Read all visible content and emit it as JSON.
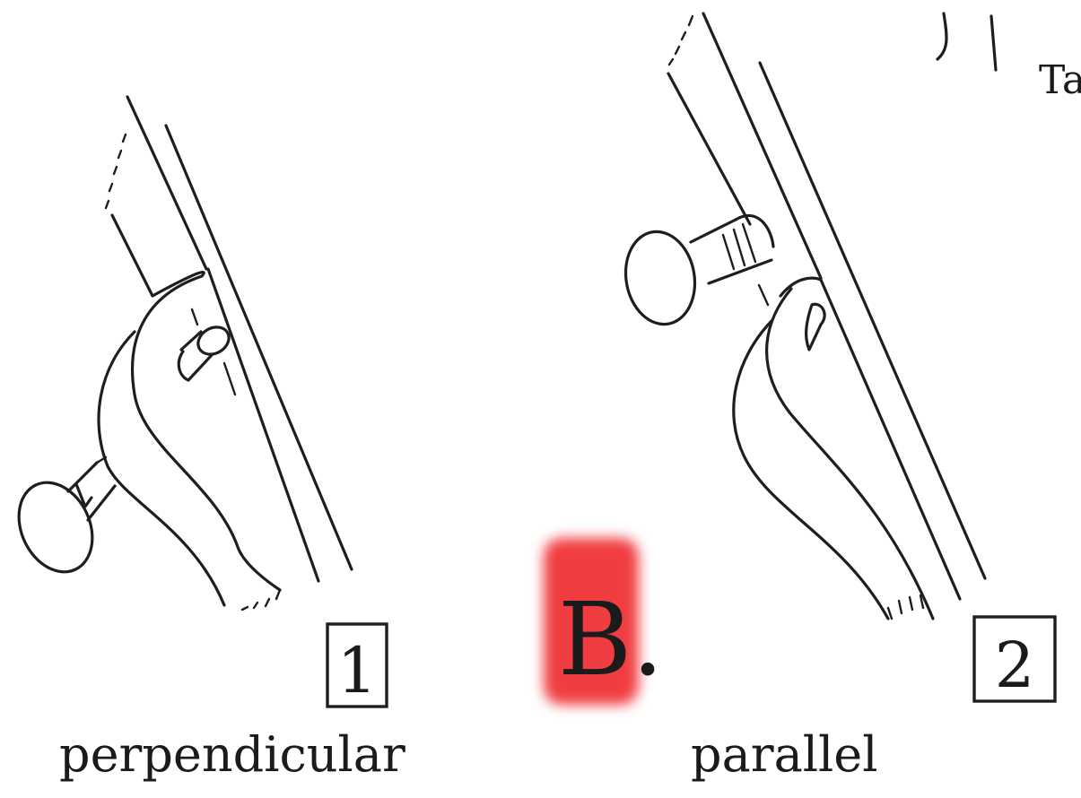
{
  "figure": {
    "section_label": "B.",
    "top_right_fragment": "Ta",
    "highlight_color": "#ee1c24",
    "ink_color": "#1e1e1e",
    "panels": [
      {
        "number": "1",
        "caption": "perpendicular",
        "orientation": "perpendicular"
      },
      {
        "number": "2",
        "caption": "parallel",
        "orientation": "parallel"
      }
    ]
  }
}
